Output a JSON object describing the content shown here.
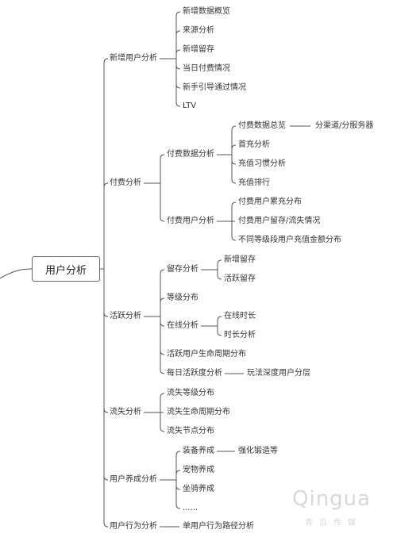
{
  "root": "用户分析",
  "branches": [
    {
      "label": "新增用户分析",
      "children": [
        {
          "label": "新增数据概览"
        },
        {
          "label": "来源分析"
        },
        {
          "label": "新增留存"
        },
        {
          "label": "当日付费情况"
        },
        {
          "label": "新手引导通过情况"
        },
        {
          "label": "LTV"
        }
      ]
    },
    {
      "label": "付费分析",
      "children": [
        {
          "label": "付费数据分析",
          "children": [
            {
              "label": "付费数据总览",
              "children": [
                {
                  "label": "分渠道/分服务器"
                }
              ]
            },
            {
              "label": "首充分析"
            },
            {
              "label": "充值习惯分析"
            },
            {
              "label": "充值排行"
            }
          ]
        },
        {
          "label": "付费用户分析",
          "children": [
            {
              "label": "付费用户累充分布"
            },
            {
              "label": "付费用户留存/流失情况"
            },
            {
              "label": "不同等级段用户充值金额分布"
            }
          ]
        }
      ]
    },
    {
      "label": "活跃分析",
      "children": [
        {
          "label": "留存分析",
          "children": [
            {
              "label": "新增留存"
            },
            {
              "label": "活跃留存"
            }
          ]
        },
        {
          "label": "等级分布"
        },
        {
          "label": "在线分析",
          "children": [
            {
              "label": "在线时长"
            },
            {
              "label": "时长分析"
            }
          ]
        },
        {
          "label": "活跃用户生命周期分布"
        },
        {
          "label": "每日活跃度分析",
          "children": [
            {
              "label": "玩法深度用户分层"
            }
          ]
        }
      ]
    },
    {
      "label": "流失分析",
      "children": [
        {
          "label": "流失等级分布"
        },
        {
          "label": "流失生命周期分布"
        },
        {
          "label": "流失节点分布"
        }
      ]
    },
    {
      "label": "用户养成分析",
      "children": [
        {
          "label": "装备养成",
          "children": [
            {
              "label": "强化锻造等"
            }
          ]
        },
        {
          "label": "宠物养成"
        },
        {
          "label": "坐骑养成"
        },
        {
          "label": "......"
        }
      ]
    },
    {
      "label": "用户行为分析",
      "children": [
        {
          "label": "单用户行为路径分析"
        }
      ]
    }
  ],
  "watermark": {
    "text": "Qingua",
    "subtitle": "青瓜传媒"
  },
  "colors": {
    "line": "#555555",
    "text": "#333333",
    "watermark": "#d8d8d8"
  }
}
